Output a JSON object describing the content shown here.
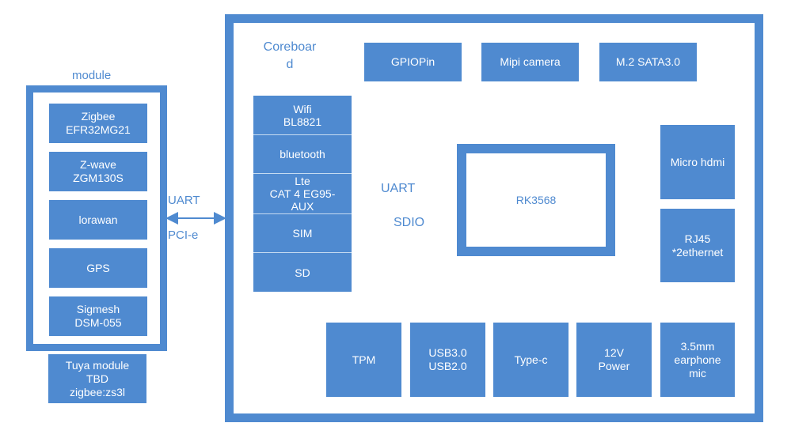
{
  "module": {
    "title": "module",
    "items": [
      "Zigbee\nEFR32MG21",
      "Z-wave\nZGM130S",
      "lorawan",
      "GPS",
      "Sigmesh\nDSM-055"
    ],
    "note": "Tuya module\nTBD\nzigbee:zs3l"
  },
  "link": {
    "uart": "UART",
    "pcie": "PCI-e"
  },
  "coreboard": {
    "title": "Coreboar\nd",
    "top_blocks": [
      "GPIOPin",
      "Mipi camera",
      "M.2 SATA3.0"
    ],
    "wireless": [
      "Wifi\nBL8821",
      "bluetooth",
      "Lte\nCAT 4 EG95-\nAUX",
      "SIM",
      "SD"
    ],
    "uart_label": "UART",
    "sdio_label": "SDIO",
    "soc": "RK3568",
    "right_blocks": [
      "Micro hdmi",
      "RJ45\n*2ethernet"
    ],
    "bottom_blocks": [
      "TPM",
      "USB3.0\nUSB2.0",
      "Type-c",
      "12V\nPower",
      "3.5mm\nearphone\nmic"
    ]
  },
  "colors": {
    "accent": "#4f8ad0",
    "divider": "#c6dbf1"
  }
}
